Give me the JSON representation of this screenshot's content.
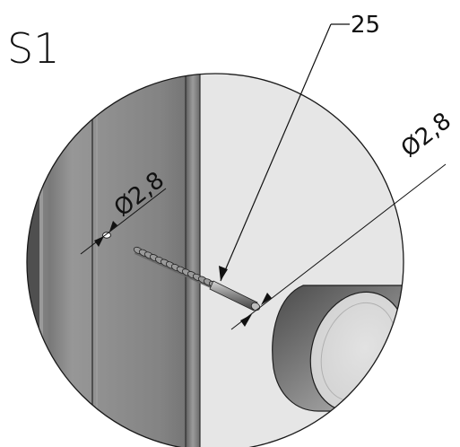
{
  "step_label": "S1",
  "part_callout": "25",
  "dimensions": {
    "hole_diameter": "Ø2,8",
    "screw_diameter": "Ø2,8"
  }
}
